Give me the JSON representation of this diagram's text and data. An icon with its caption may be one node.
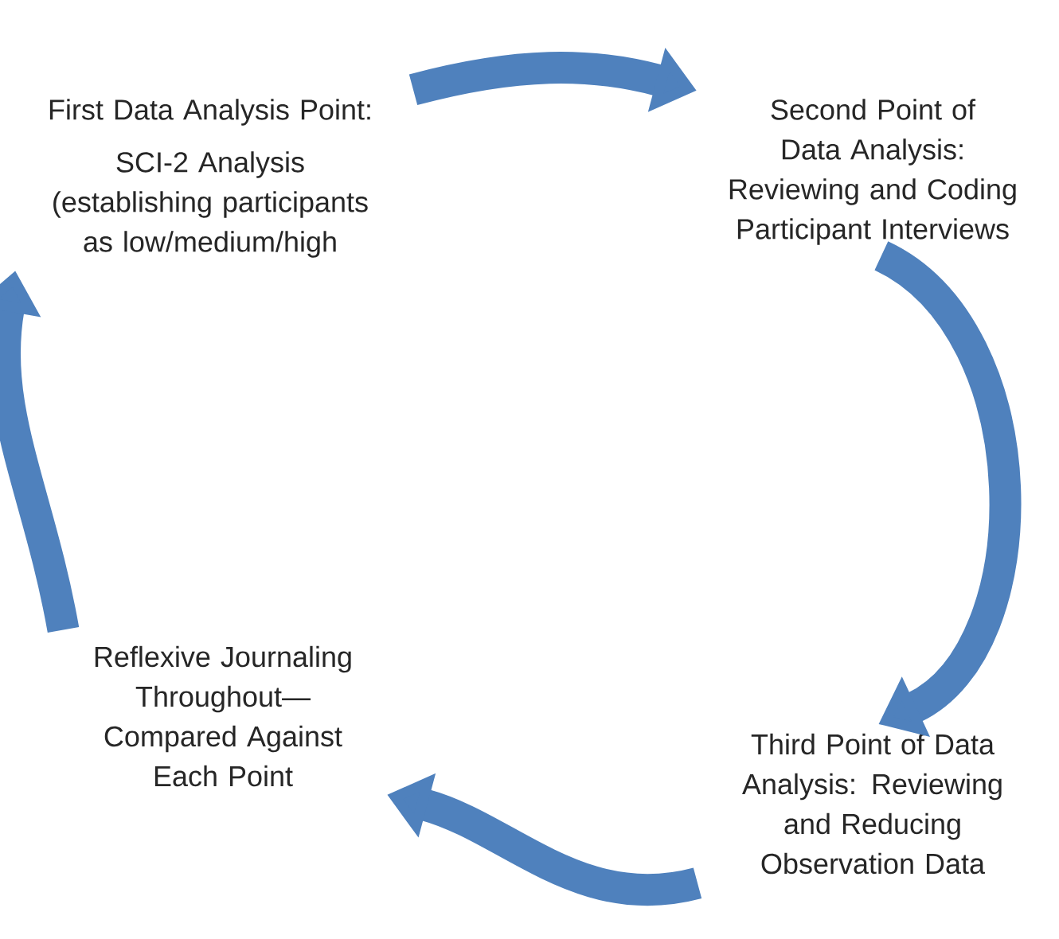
{
  "diagram": {
    "nodes": [
      {
        "text": [
          "First Data Analysis Point:",
          "SCI-2 Analysis (establishing participants as low/medium/high"
        ]
      },
      {
        "text": [
          "Second Point of Data Analysis: Reviewing and Coding Participant Interviews"
        ]
      },
      {
        "text": [
          "Third Point of Data Analysis: Reviewing and Reducing Observation Data"
        ]
      },
      {
        "text": [
          "Reflexive Journaling Throughout—Compared Against Each Point"
        ]
      }
    ],
    "edges": [
      {
        "from": 0,
        "to": 1,
        "arrow": "to"
      },
      {
        "from": 1,
        "to": 2,
        "arrow": "to"
      },
      {
        "from": 2,
        "to": 3,
        "arrow": "to"
      },
      {
        "from": 3,
        "to": 0,
        "arrow": "to"
      }
    ]
  }
}
